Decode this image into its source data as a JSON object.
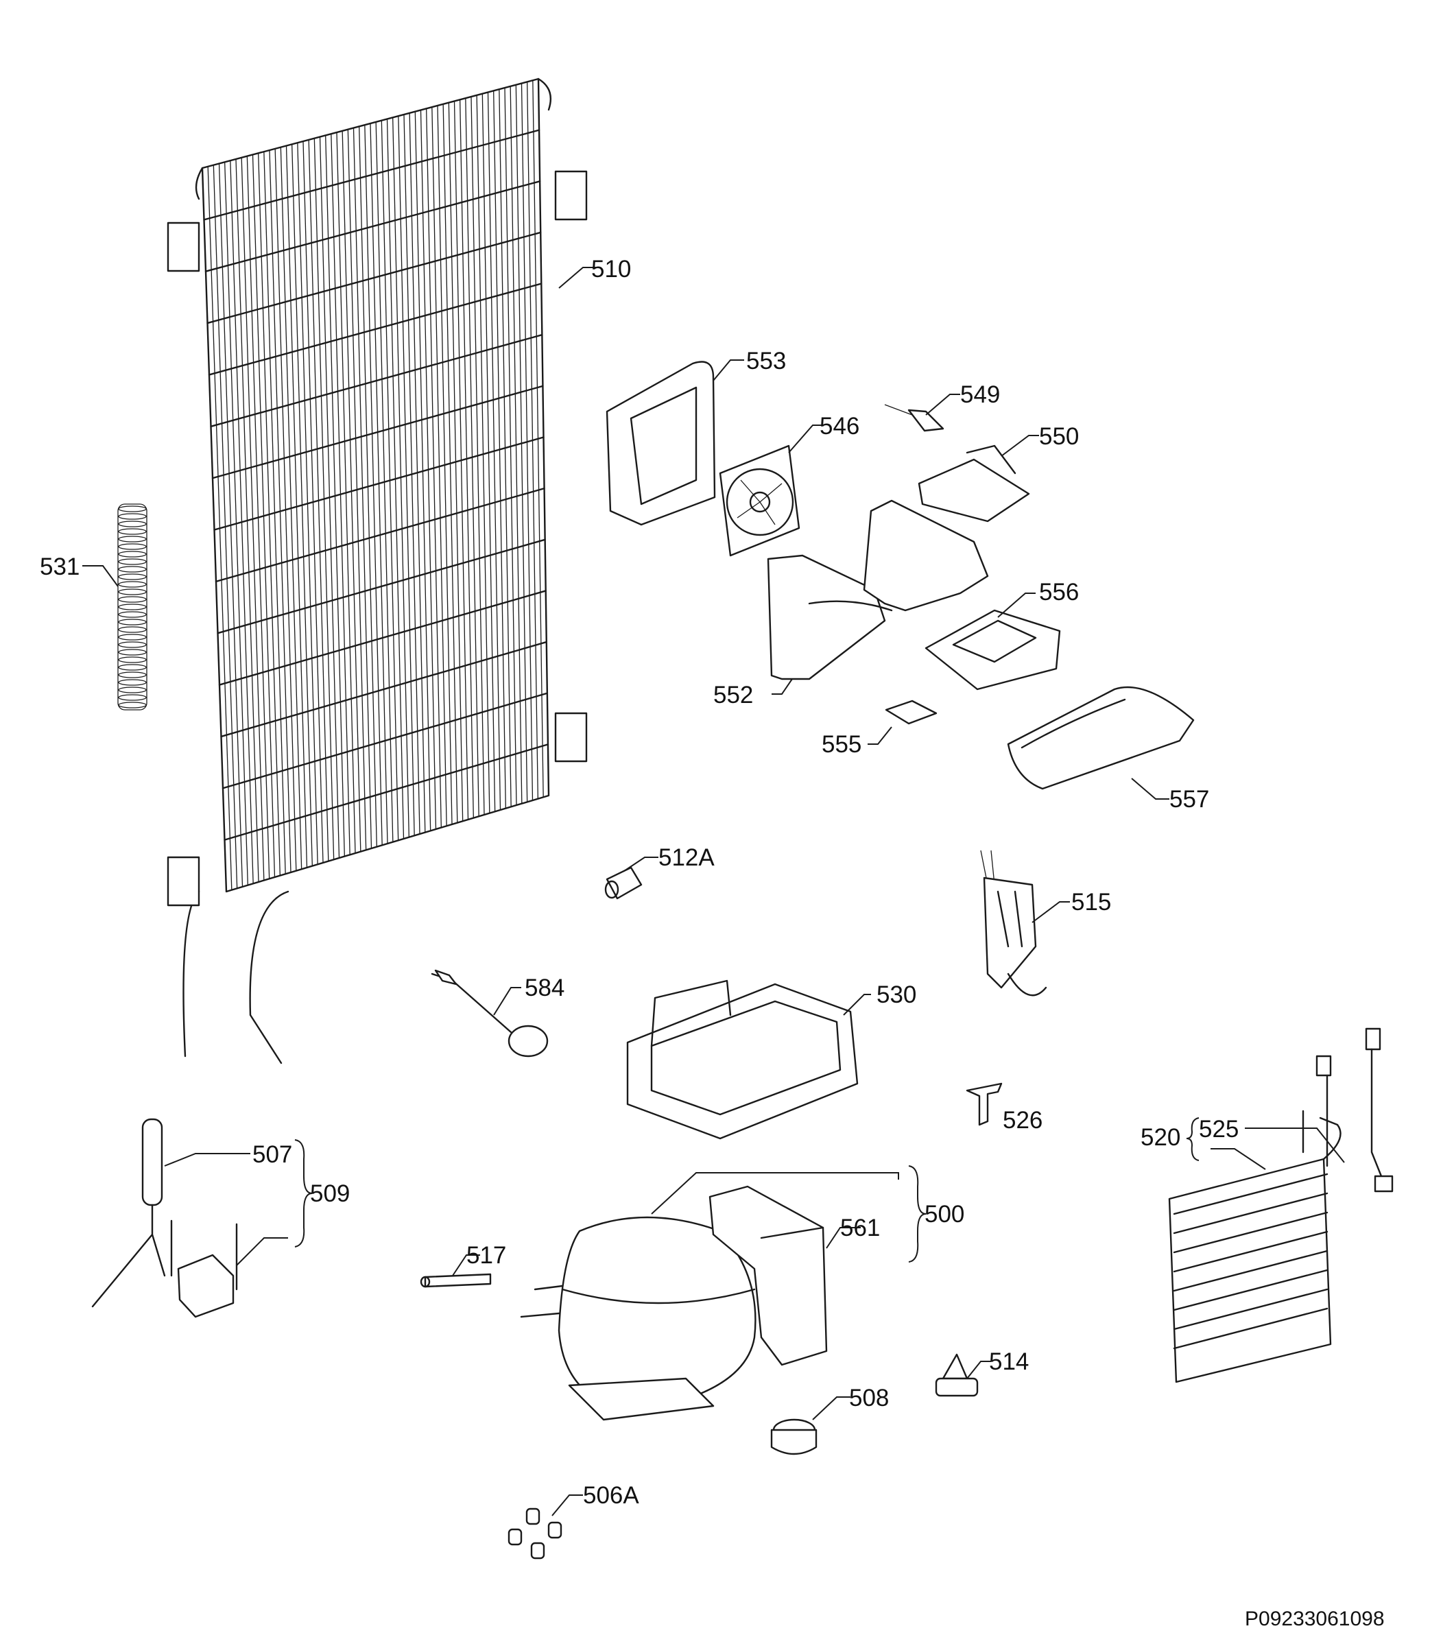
{
  "labels": {
    "p500": "500",
    "p506a": "506A",
    "p507": "507",
    "p508": "508",
    "p509": "509",
    "p510": "510",
    "p512a": "512A",
    "p514": "514",
    "p515": "515",
    "p517": "517",
    "p520": "520",
    "p525": "525",
    "p526": "526",
    "p530": "530",
    "p531": "531",
    "p546": "546",
    "p549": "549",
    "p550": "550",
    "p552": "552",
    "p553": "553",
    "p555": "555",
    "p556": "556",
    "p557": "557",
    "p561": "561",
    "p584": "584"
  },
  "diagram_code": "P09233061098",
  "colors": {
    "line": "#1a1a1a",
    "background": "#ffffff"
  }
}
